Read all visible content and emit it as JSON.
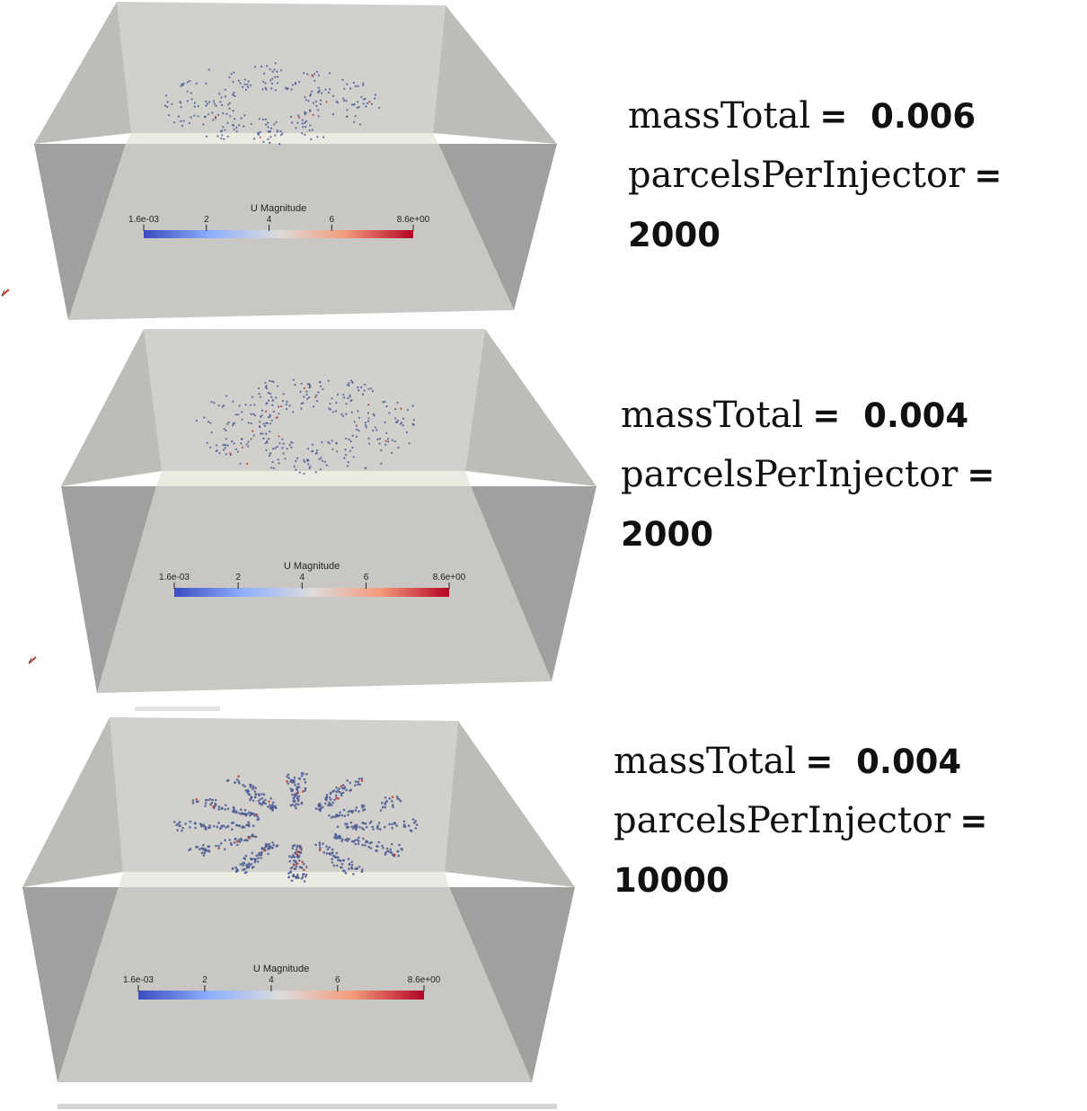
{
  "colorbar": {
    "title": "U Magnitude",
    "tick_labels": [
      "1.6e-03",
      "2",
      "4",
      "6",
      "8.6e+00"
    ],
    "range": [
      0.0016,
      8.6
    ],
    "tick_values": [
      0.0016,
      2,
      4,
      6,
      8.6
    ],
    "colormap": [
      "#3b4cc0",
      "#8db0fe",
      "#dddcdc",
      "#f49a7b",
      "#b40426"
    ]
  },
  "particle_color": "#4a5a92",
  "box_colors": {
    "back": "#d1d0cc",
    "side": "#bdbcb8",
    "front": "#a0a09e",
    "floor": "#c8c7c3",
    "seam": "#ecebe2"
  },
  "panels": [
    {
      "id": "case-1",
      "caption": {
        "mass_label": "massTotal",
        "mass_value": "=  0.006",
        "parcels_label": "parcelsPerInjector",
        "parcels_eq": "=",
        "parcels_value": "2000"
      }
    },
    {
      "id": "case-2",
      "caption": {
        "mass_label": "massTotal",
        "mass_value": "=  0.004",
        "parcels_label": "parcelsPerInjector",
        "parcels_eq": "=",
        "parcels_value": "2000"
      }
    },
    {
      "id": "case-3",
      "caption": {
        "mass_label": "massTotal",
        "mass_value": "=  0.004",
        "parcels_label": "parcelsPerInjector",
        "parcels_eq": "=",
        "parcels_value": "10000"
      }
    }
  ]
}
